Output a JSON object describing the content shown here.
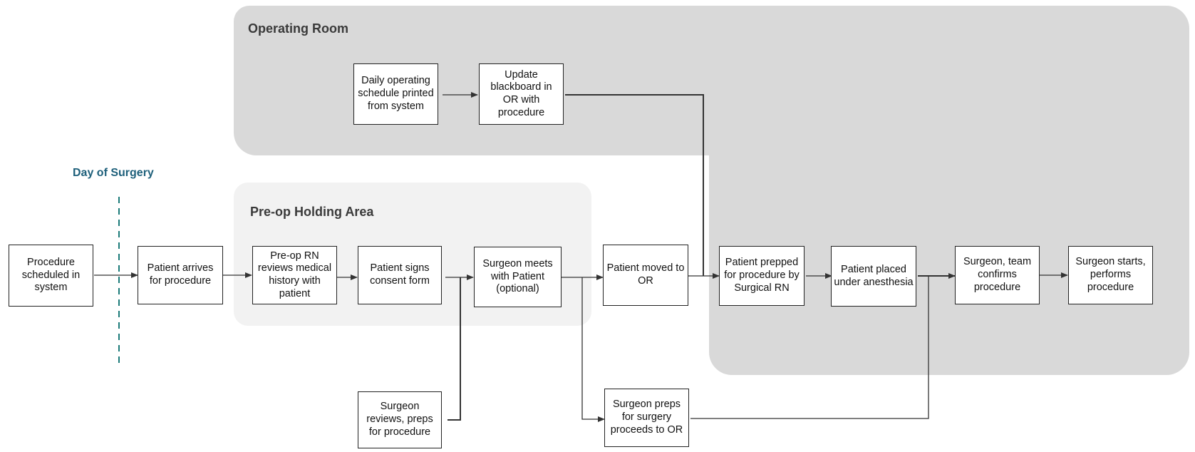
{
  "regions": {
    "operating_room": "Operating Room",
    "preop_holding": "Pre-op Holding Area"
  },
  "day_of_surgery": "Day of Surgery",
  "steps": {
    "procedure_scheduled": "Procedure scheduled in system",
    "patient_arrives": "Patient arrives for procedure",
    "preop_rn_reviews": "Pre-op RN reviews medical history with patient",
    "patient_signs_consent": "Patient signs consent form",
    "surgeon_meets_patient": "Surgeon meets with Patient (optional)",
    "patient_moved_to_or": "Patient moved to OR",
    "patient_prepped": "Patient prepped for procedure by Surgical RN",
    "patient_anesthesia": "Patient placed under anesthesia",
    "team_confirms": "Surgeon, team confirms procedure",
    "surgeon_starts": "Surgeon starts, performs procedure",
    "daily_schedule_printed": "Daily operating schedule printed from system",
    "update_blackboard": "Update blackboard in OR with procedure",
    "surgeon_reviews_preps": "Surgeon reviews, preps for procedure",
    "surgeon_preps_surgery": "Surgeon preps for surgery proceeds to OR"
  },
  "colors": {
    "operating_room_bg": "#d9d9d9",
    "preop_bg": "#f2f2f2",
    "day_line": "#1a7a78",
    "day_label": "#1d5f7a",
    "arrow": "#333333"
  }
}
